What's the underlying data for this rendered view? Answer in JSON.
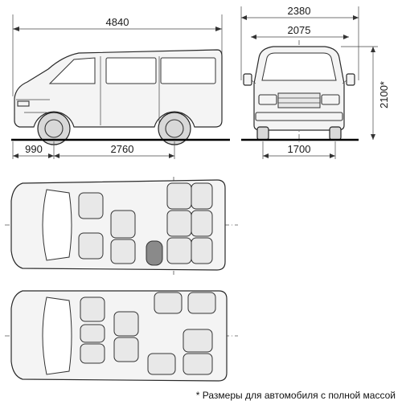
{
  "dimensions": {
    "overall_length": "4840",
    "front_overhang": "990",
    "wheelbase": "2760",
    "overall_width": "2380",
    "body_width": "2075",
    "track": "1700",
    "height": "2100*"
  },
  "footnote": "* Размеры для автомобиля с полной массой"
}
